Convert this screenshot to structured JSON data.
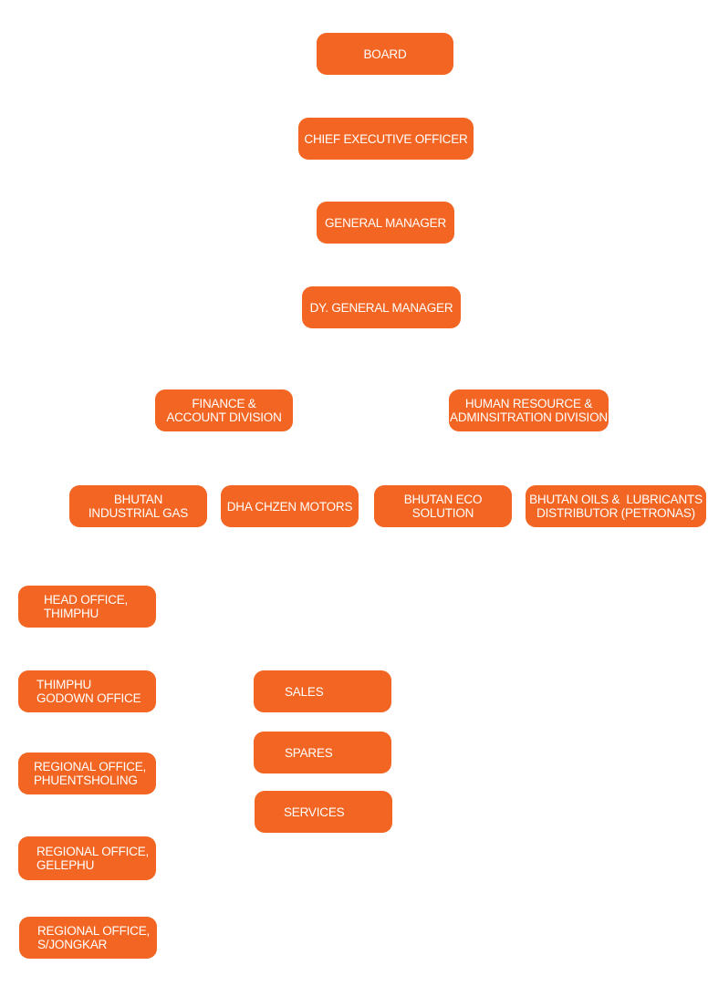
{
  "diagram": {
    "top_chain": {
      "board": "BOARD",
      "ceo": "CHIEF EXECUTIVE OFFICER",
      "gm": "GENERAL MANAGER",
      "dgm": "DY. GENERAL MANAGER"
    },
    "divisions": {
      "finance": {
        "line1": "FINANCE &",
        "line2": "ACCOUNT DIVISION"
      },
      "hr": {
        "line1": "HUMAN RESOURCE &",
        "line2": "ADMINSITRATION DIVISION"
      }
    },
    "units": {
      "big": {
        "line1": "BHUTAN",
        "line2": "INDUSTRIAL GAS"
      },
      "dcm": "DHA CHZEN MOTORS",
      "bes": {
        "line1": "BHUTAN ECO",
        "line2": "SOLUTION"
      },
      "bold": {
        "line1": "BHUTAN OILS &  LUBRICANTS",
        "line2": "DISTRIBUTOR (PETRONAS)"
      }
    },
    "offices": {
      "head_office": {
        "line1": "HEAD OFFICE,",
        "line2": "THIMPHU"
      },
      "thimphu_godown": {
        "line1": "THIMPHU",
        "line2": "GODOWN OFFICE"
      },
      "phuentsholing": {
        "line1": "REGIONAL OFFICE,",
        "line2": "PHUENTSHOLING"
      },
      "gelephu": {
        "line1": "REGIONAL OFFICE,",
        "line2": "GELEPHU"
      },
      "sjongkar": {
        "line1": "REGIONAL OFFICE,",
        "line2": "S/JONGKAR"
      }
    },
    "motors_departments": {
      "sales": "SALES",
      "spares": "SPARES",
      "services": "SERVICES"
    },
    "colors": {
      "box_fill": "#f26522",
      "text": "#ffffff",
      "background": "#ffffff"
    }
  }
}
